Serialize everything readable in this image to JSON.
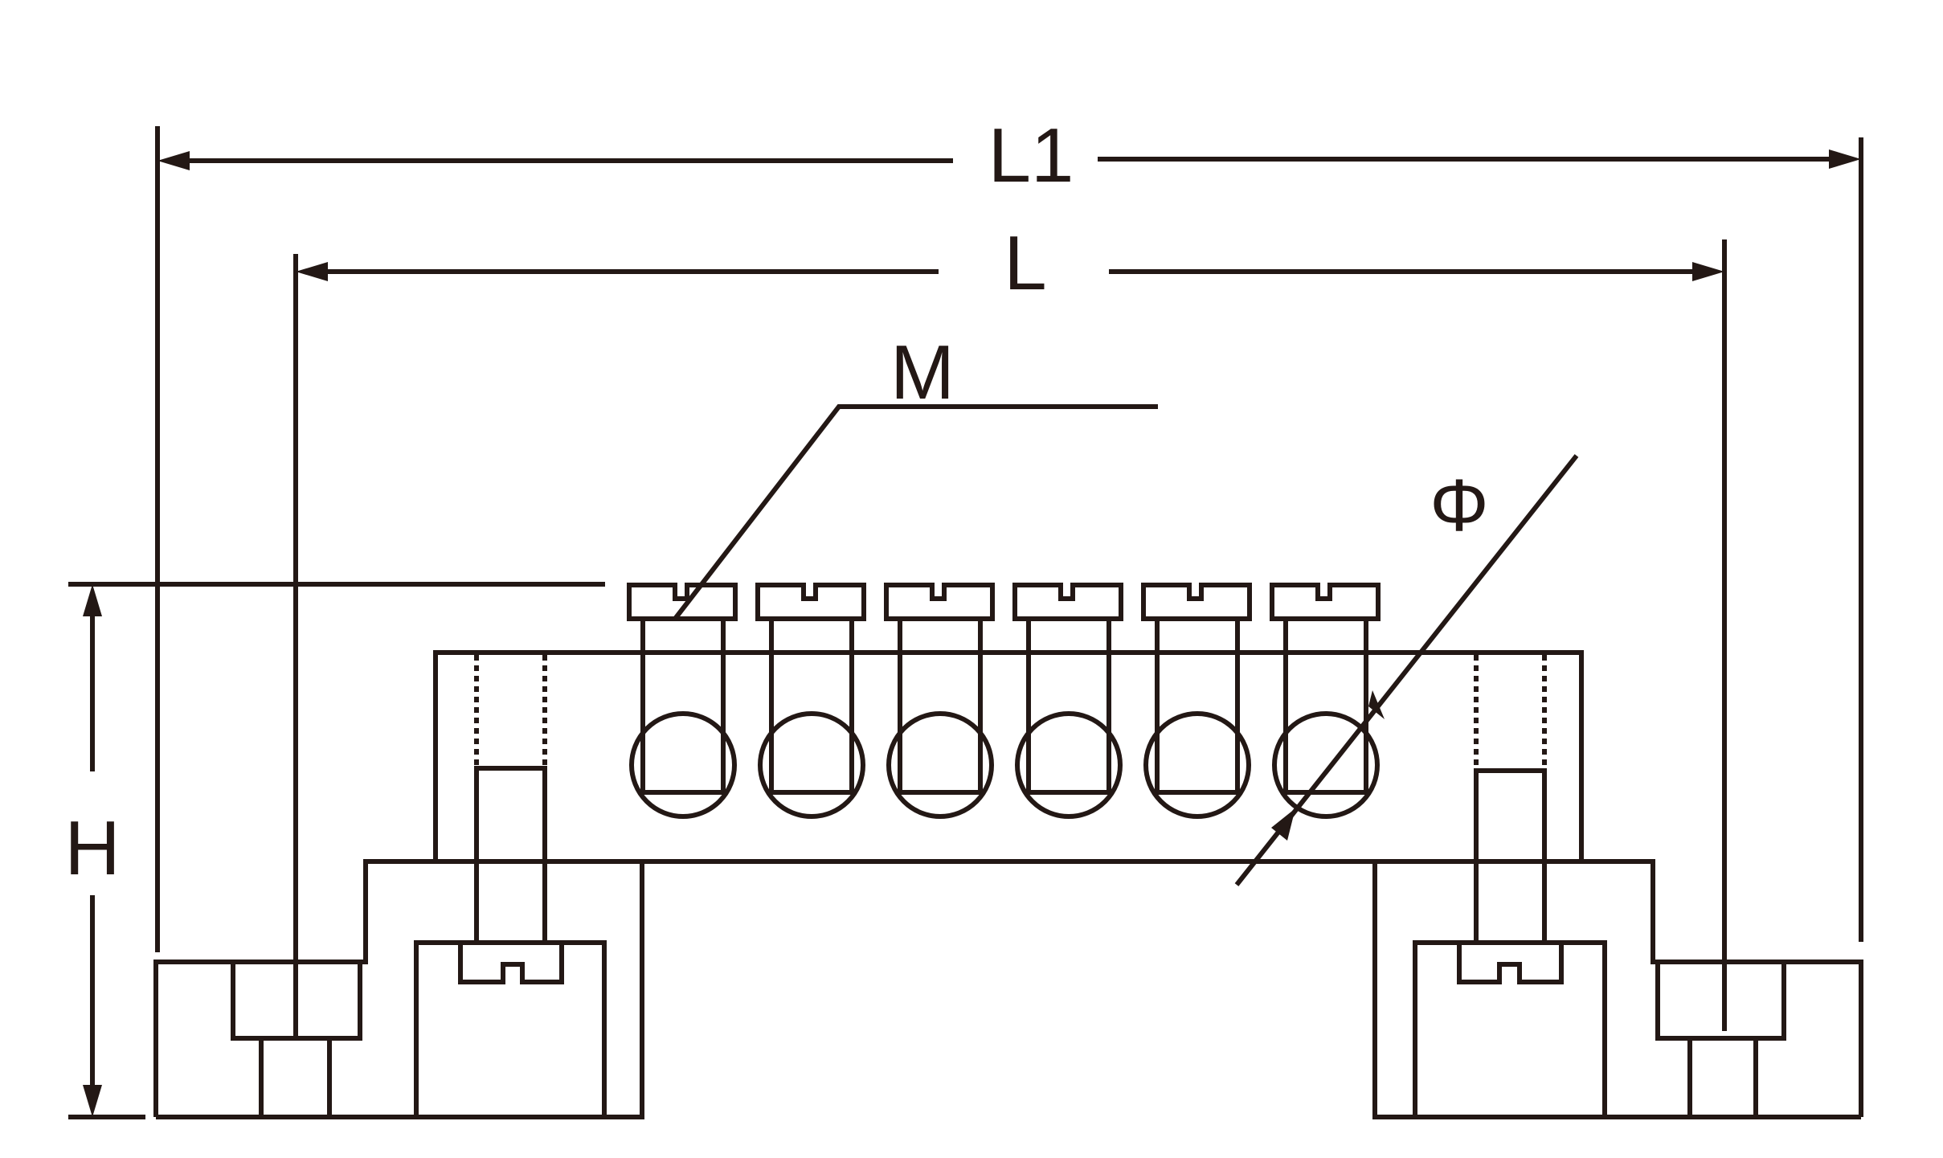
{
  "labels": {
    "overall_length": "L1",
    "mounting_length": "L",
    "screw_thread": "M",
    "hole_diameter": "Φ",
    "height": "H"
  },
  "colors": {
    "line": "#231815",
    "background": "#ffffff"
  },
  "terminal_screw_count": 6
}
